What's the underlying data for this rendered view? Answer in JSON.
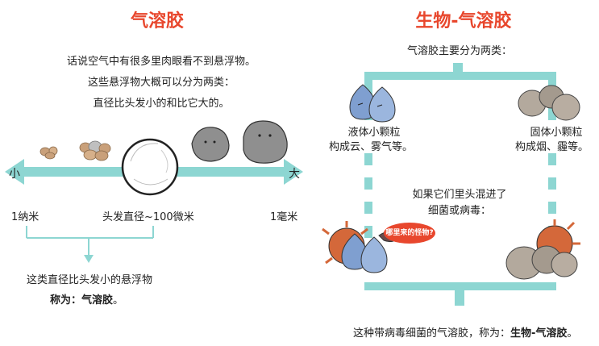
{
  "left_panel": {
    "title": "气溶胶",
    "intro_line1": "话说空气中有很多里肉眼看不到悬浮物。",
    "intro_line2": "这些悬浮物大概可以分为两类：",
    "intro_line3": "直径比头发小的和比它大的。",
    "axis_small": "小",
    "axis_large": "大",
    "label_nano": "1纳米",
    "label_hair": "头发直径~100微米",
    "label_mm": "1毫米",
    "def_line1": "这类直径比头发小的悬浮物",
    "def_prefix": "称为：",
    "def_term": "气溶胶",
    "def_suffix": "。"
  },
  "right_panel": {
    "title": "生物-气溶胶",
    "subtitle": "气溶胶主要分为两类：",
    "liquid_line1": "液体小颗粒",
    "liquid_line2": "构成云、雾气等。",
    "solid_line1": "固体小颗粒",
    "solid_line2": "构成烟、霾等。",
    "mix_line1": "如果它们里头混进了",
    "mix_line2": "细菌或病毒：",
    "bubble_text": "哪里来的怪物?",
    "bottom_prefix": "这种带病毒细菌的气溶胶，称为：",
    "bottom_term": "生物-气溶胶",
    "bottom_suffix": "。"
  },
  "colors": {
    "accent_teal": "#8dd6d2",
    "title_red": "#e8472d",
    "droplet_blue": "#7f9fd0",
    "rock_gray": "#8f8f8f",
    "dust_tan": "#c9a07a",
    "virus_orange": "#d4683a"
  }
}
